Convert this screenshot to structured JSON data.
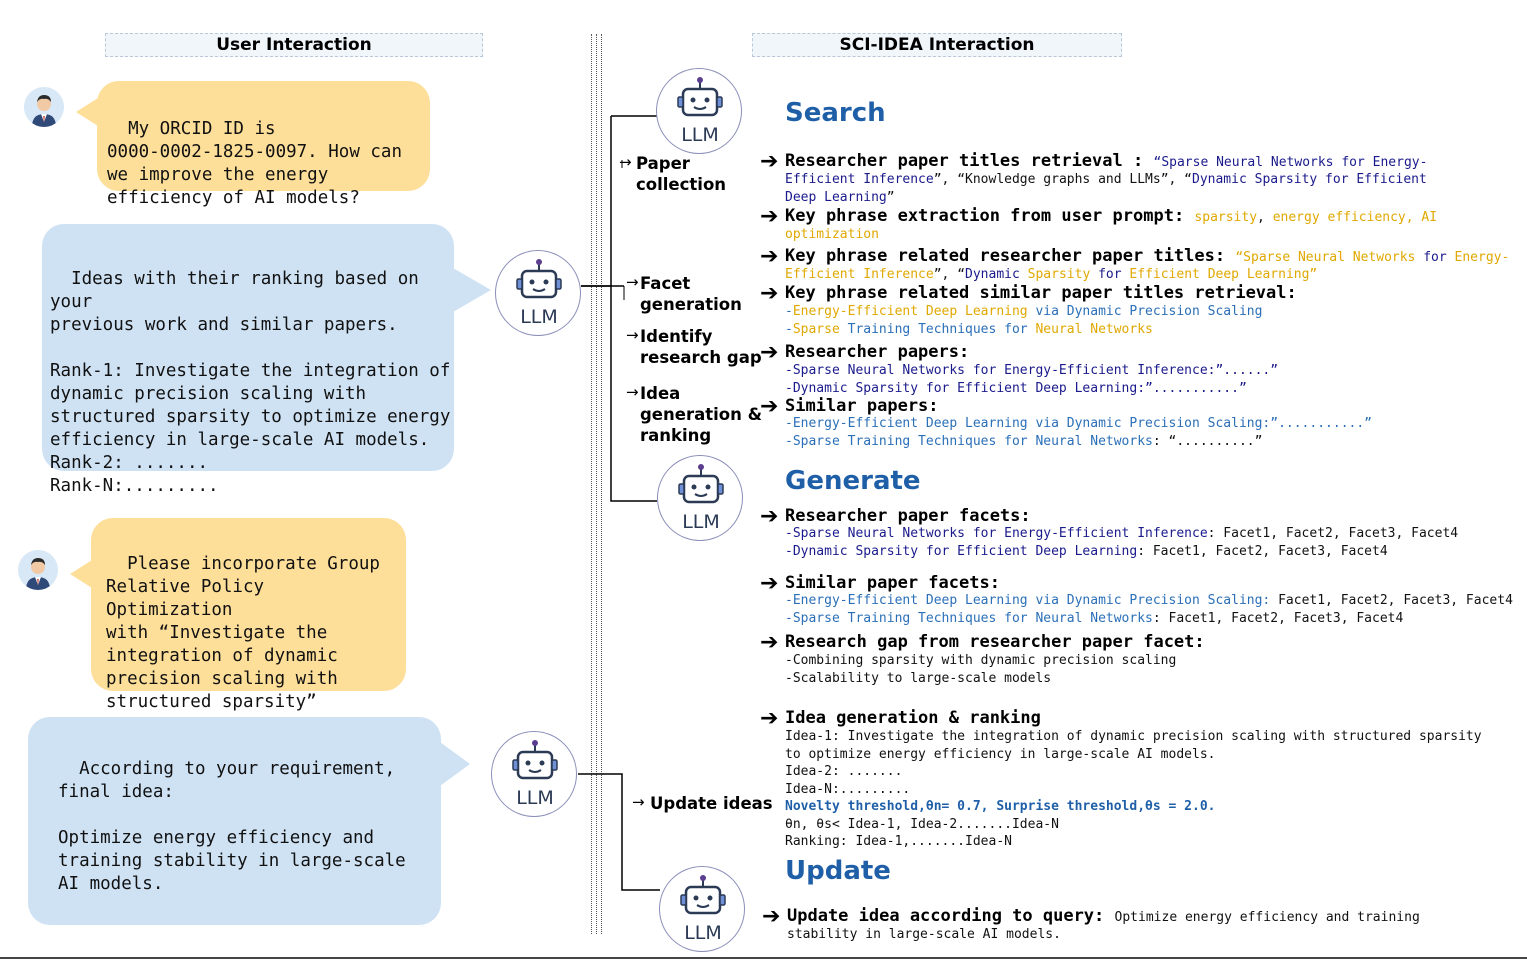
{
  "headers": {
    "left": "User Interaction",
    "right": "SCI-IDEA Interaction"
  },
  "conversation": {
    "user_msg_1": "My ORCID ID is\n0000-0002-1825-0097. How can\nwe improve the energy\nefficiency of AI models?",
    "bot_msg_1": "Ideas with their ranking based on your\nprevious work and similar papers.\n\nRank-1: Investigate the integration of\ndynamic precision scaling with\nstructured sparsity to optimize energy\nefficiency in large-scale AI models.\nRank-2: .......\nRank-N:.........",
    "user_msg_2": "Please incorporate Group\nRelative Policy Optimization\nwith “Investigate the\nintegration of dynamic\nprecision scaling with\nstructured sparsity”",
    "bot_msg_2": "According to your requirement,\nfinal idea:\n\nOptimize energy efficiency and\ntraining stability in large-scale\nAI models."
  },
  "llm_label": "LLM",
  "icons": {
    "avatar": "user-avatar-icon",
    "robot": "robot-icon"
  },
  "steps": {
    "paper_collection": "Paper\ncollection",
    "facet_generation": "Facet\ngeneration",
    "identify_gap": "Identify\nresearch gap",
    "idea_generation": "Idea\ngeneration &\nranking",
    "update_ideas": "Update ideas"
  },
  "sections": {
    "search": "Search",
    "generate": "Generate",
    "update": "Update"
  },
  "search": {
    "titles_retrieval": {
      "title": "Researcher paper titles retrieval",
      "sep": " : ",
      "l1a": "“",
      "l1b": "Sparse Neural Networks for Energy-",
      "l2a": "Efficient Inference",
      "l2b": "”, “Knowledge graphs and LLMs”, “",
      "l2c": "Dynamic Sparsity for Efficient",
      "l3a": "Deep Learning",
      "l3b": "”"
    },
    "key_phrase": {
      "title": "Key phrase extraction from user prompt",
      "sep": ": ",
      "l1a": "sparsity",
      "l1b": ", ",
      "l1c": "energy efficiency, AI",
      "l2": "optimization"
    },
    "related_titles": {
      "title": "Key phrase related researcher paper titles",
      "sep": ": ",
      "l1a": "“Sparse Neural Networks ",
      "l1b": "for",
      "l1c": " Energy-",
      "l2a": "Efficient Inference",
      "l2b": "”, “",
      "l2c": "Dynamic ",
      "l2d": "Sparsity",
      "l2e": " for ",
      "l2f": "Efficient Deep Learning”"
    },
    "similar_titles": {
      "title": "Key phrase related similar paper titles retrieval:",
      "l1a": "-",
      "l1b": "Energy-Efficient Deep Learning",
      "l1c": " via Dynamic Precision Scaling",
      "l2a": "-",
      "l2b": "Sparse",
      "l2c": " Training Techniques for ",
      "l2d": "Neural Networks"
    },
    "researcher_papers": {
      "title": "Researcher papers",
      "sep": ":",
      "l1": "-Sparse Neural Networks for Energy-Efficient Inference:”......”",
      "l2": "-Dynamic Sparsity for Efficient Deep Learning:”...........”"
    },
    "similar_papers": {
      "title": "Similar papers:",
      "l1": "-Energy-Efficient Deep Learning via Dynamic Precision Scaling:”...........”",
      "l2a": "-Sparse Training Techniques for Neural Networks",
      "l2b": ": “..........”"
    }
  },
  "generate": {
    "researcher_facets": {
      "title": "Researcher paper facets:",
      "l1a": "-Sparse Neural Networks for Energy-Efficient Inference",
      "l1b": ": Facet1, Facet2, Facet3, Facet4",
      "l2a": "-Dynamic Sparsity for Efficient Deep Learning",
      "l2b": ": Facet1, Facet2, Facet3, Facet4"
    },
    "similar_facets": {
      "title": "Similar  paper facets:",
      "l1a": "-Energy-Efficient Deep Learning via Dynamic Precision Scaling:",
      "l1b": " Facet1, Facet2, Facet3, Facet4",
      "l2a": "-Sparse Training Techniques for Neural Networks",
      "l2b": ": Facet1, Facet2, Facet3, Facet4"
    },
    "research_gap": {
      "title": "Research gap from researcher paper facet",
      "sep": ":",
      "l1": "-Combining sparsity with dynamic precision scaling",
      "l2": "-Scalability to large-scale models"
    },
    "idea_ranking": {
      "title": "Idea generation & ranking",
      "l1": "Idea-1: Investigate the integration of dynamic precision scaling with structured sparsity",
      "l2": "to optimize energy efficiency in large-scale AI models.",
      "l3": "Idea-2: .......",
      "l4": "Idea-N:.........",
      "l5": "Novelty threshold,θn= 0.7, Surprise threshold,θs = 2.0.",
      "l6": "θn, θs< Idea-1, Idea-2.......Idea-N",
      "l7": "Ranking: Idea-1,.......Idea-N"
    }
  },
  "update": {
    "title": "Update idea according to query",
    "sep": ": ",
    "l1": "Optimize energy efficiency and training",
    "l2": "stability in large-scale AI models."
  },
  "arrow_glyph": "→",
  "bold_arrow": "➔"
}
